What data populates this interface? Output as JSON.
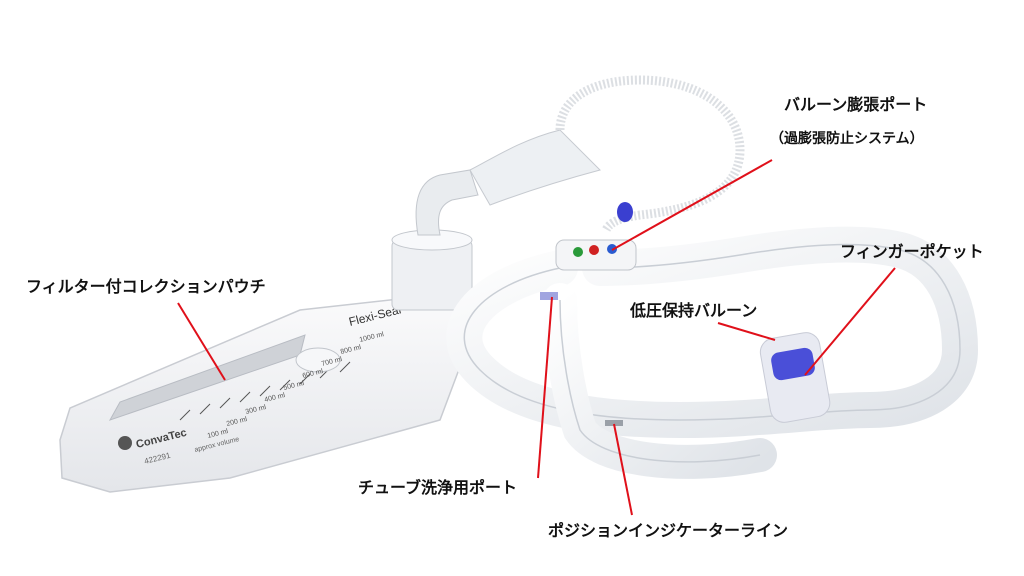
{
  "labels": {
    "balloon_port": "バルーン膨張ポート",
    "overinflation": "（過膨張防止システム）",
    "finger_pocket": "フィンガーポケット",
    "low_pressure_balloon": "低圧保持バルーン",
    "collection_pouch": "フィルター付コレクションパウチ",
    "wash_port": "チューブ洗浄用ポート",
    "indicator_line": "ポジションインジケーターライン"
  },
  "device": {
    "brand": "ConvaTec",
    "product": "Flexi-Seal",
    "ref": "422291",
    "approx_volume": "approx volume",
    "scale_marks": [
      "1000 ml",
      "800 ml",
      "700 ml",
      "600 ml",
      "500 ml",
      "400 ml",
      "300 ml",
      "200 ml",
      "100 ml"
    ]
  },
  "colors": {
    "leader_line": "#e0101a",
    "accent_blue": "#3a3fd0",
    "tube": "#f2f4f6",
    "label_text": "#111111"
  }
}
